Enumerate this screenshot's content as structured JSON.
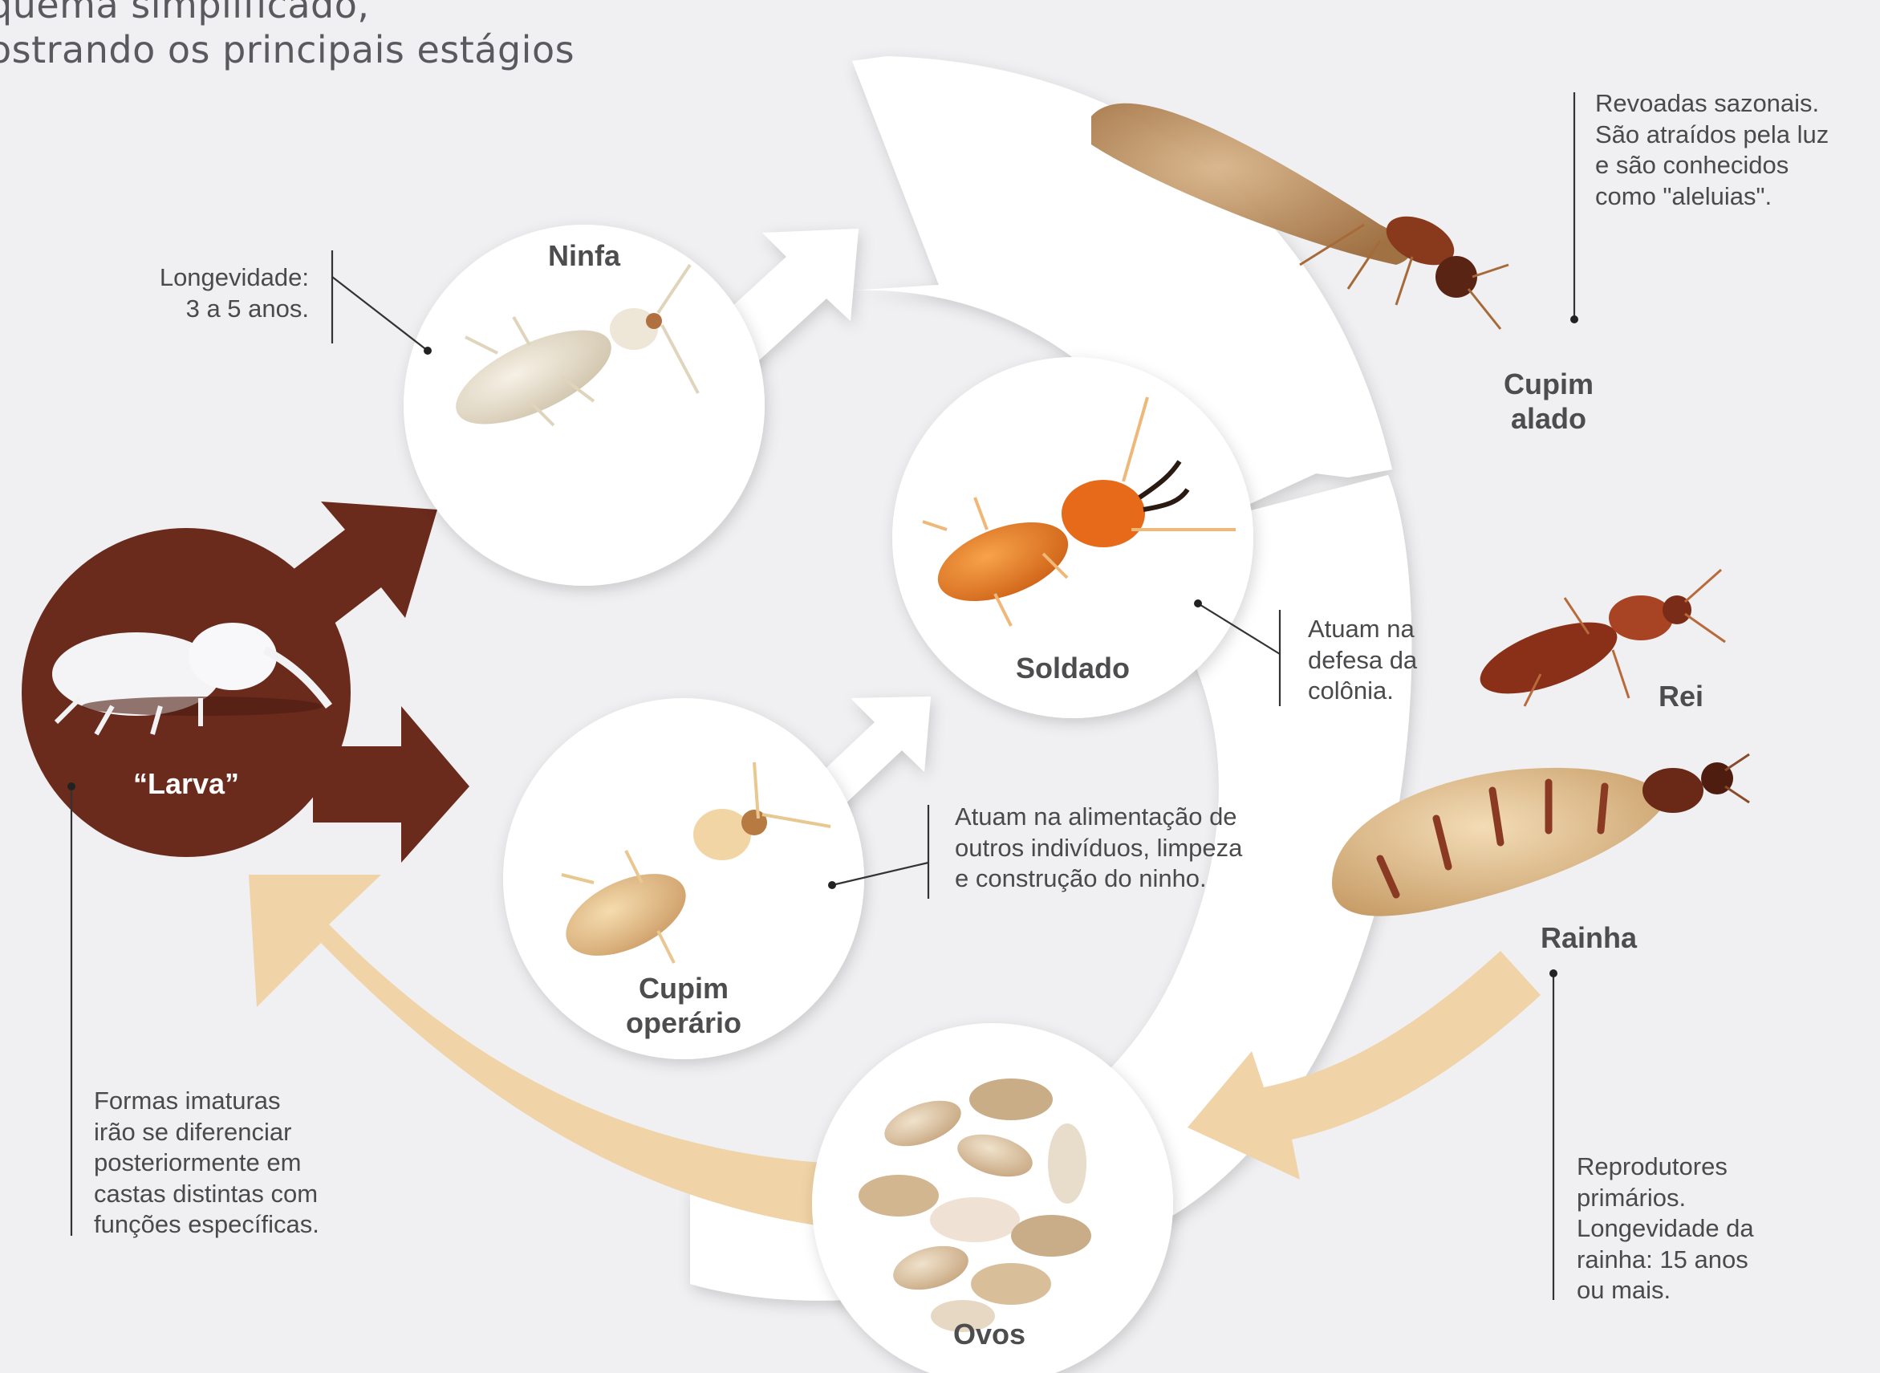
{
  "header": {
    "line1": "quema simplificado,",
    "line2": "ostrando os principais estágios"
  },
  "stages": {
    "larva": "“Larva”",
    "ninfa": "Ninfa",
    "cupim_alado": "Cupim\nalado",
    "soldado": "Soldado",
    "rei": "Rei",
    "rainha": "Rainha",
    "cupim_operario": "Cupim\noperário",
    "ovos": "Ovos"
  },
  "notes": {
    "ninfa": "Longevidade:\n3 a 5 anos.",
    "alado": "Revoadas sazonais.\nSão atraídos pela luz\ne são conhecidos\ncomo \"aleluias\".",
    "soldado": "Atuam na\ndefesa da\ncolônia.",
    "operario": "Atuam na alimentação de\noutros indivíduos, limpeza\ne construção do ninho.",
    "larva": "Formas imaturas\nirão se diferenciar\nposteriormente em\ncastas distintas com\nfunções específicas.",
    "reprodutores": "Reprodutores\nprimários.\nLongevidade da\nrainha: 15 anos\nou mais."
  },
  "colors": {
    "background": "#f0f0f2",
    "larva_brown": "#6a2a1c",
    "cycle_arrow": "#f0d3a6",
    "panel_white": "#ffffff",
    "soldier_orange": "#e07a2a",
    "alate_brown": "#a45a2c"
  }
}
